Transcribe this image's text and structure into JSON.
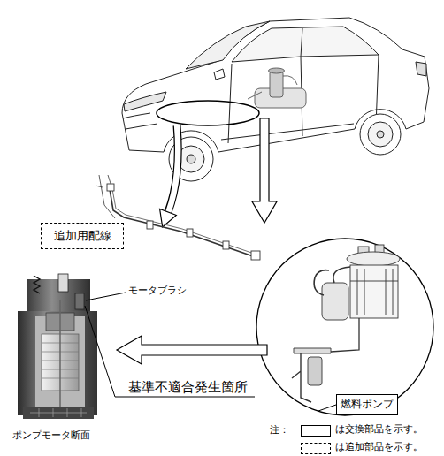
{
  "diagram": {
    "nodes": [
      {
        "text": [
          "追加用配線"
        ]
      },
      {
        "text": [
          "燃料ポンプ"
        ]
      }
    ],
    "labels": [
      "モータブラシ",
      "基準不適合発生箇所",
      "ポンプモータ断面",
      "注："
    ],
    "legend": [
      {
        "text": "は交換部品を示す。"
      },
      {
        "text": "は追加部品を示す。"
      }
    ]
  }
}
